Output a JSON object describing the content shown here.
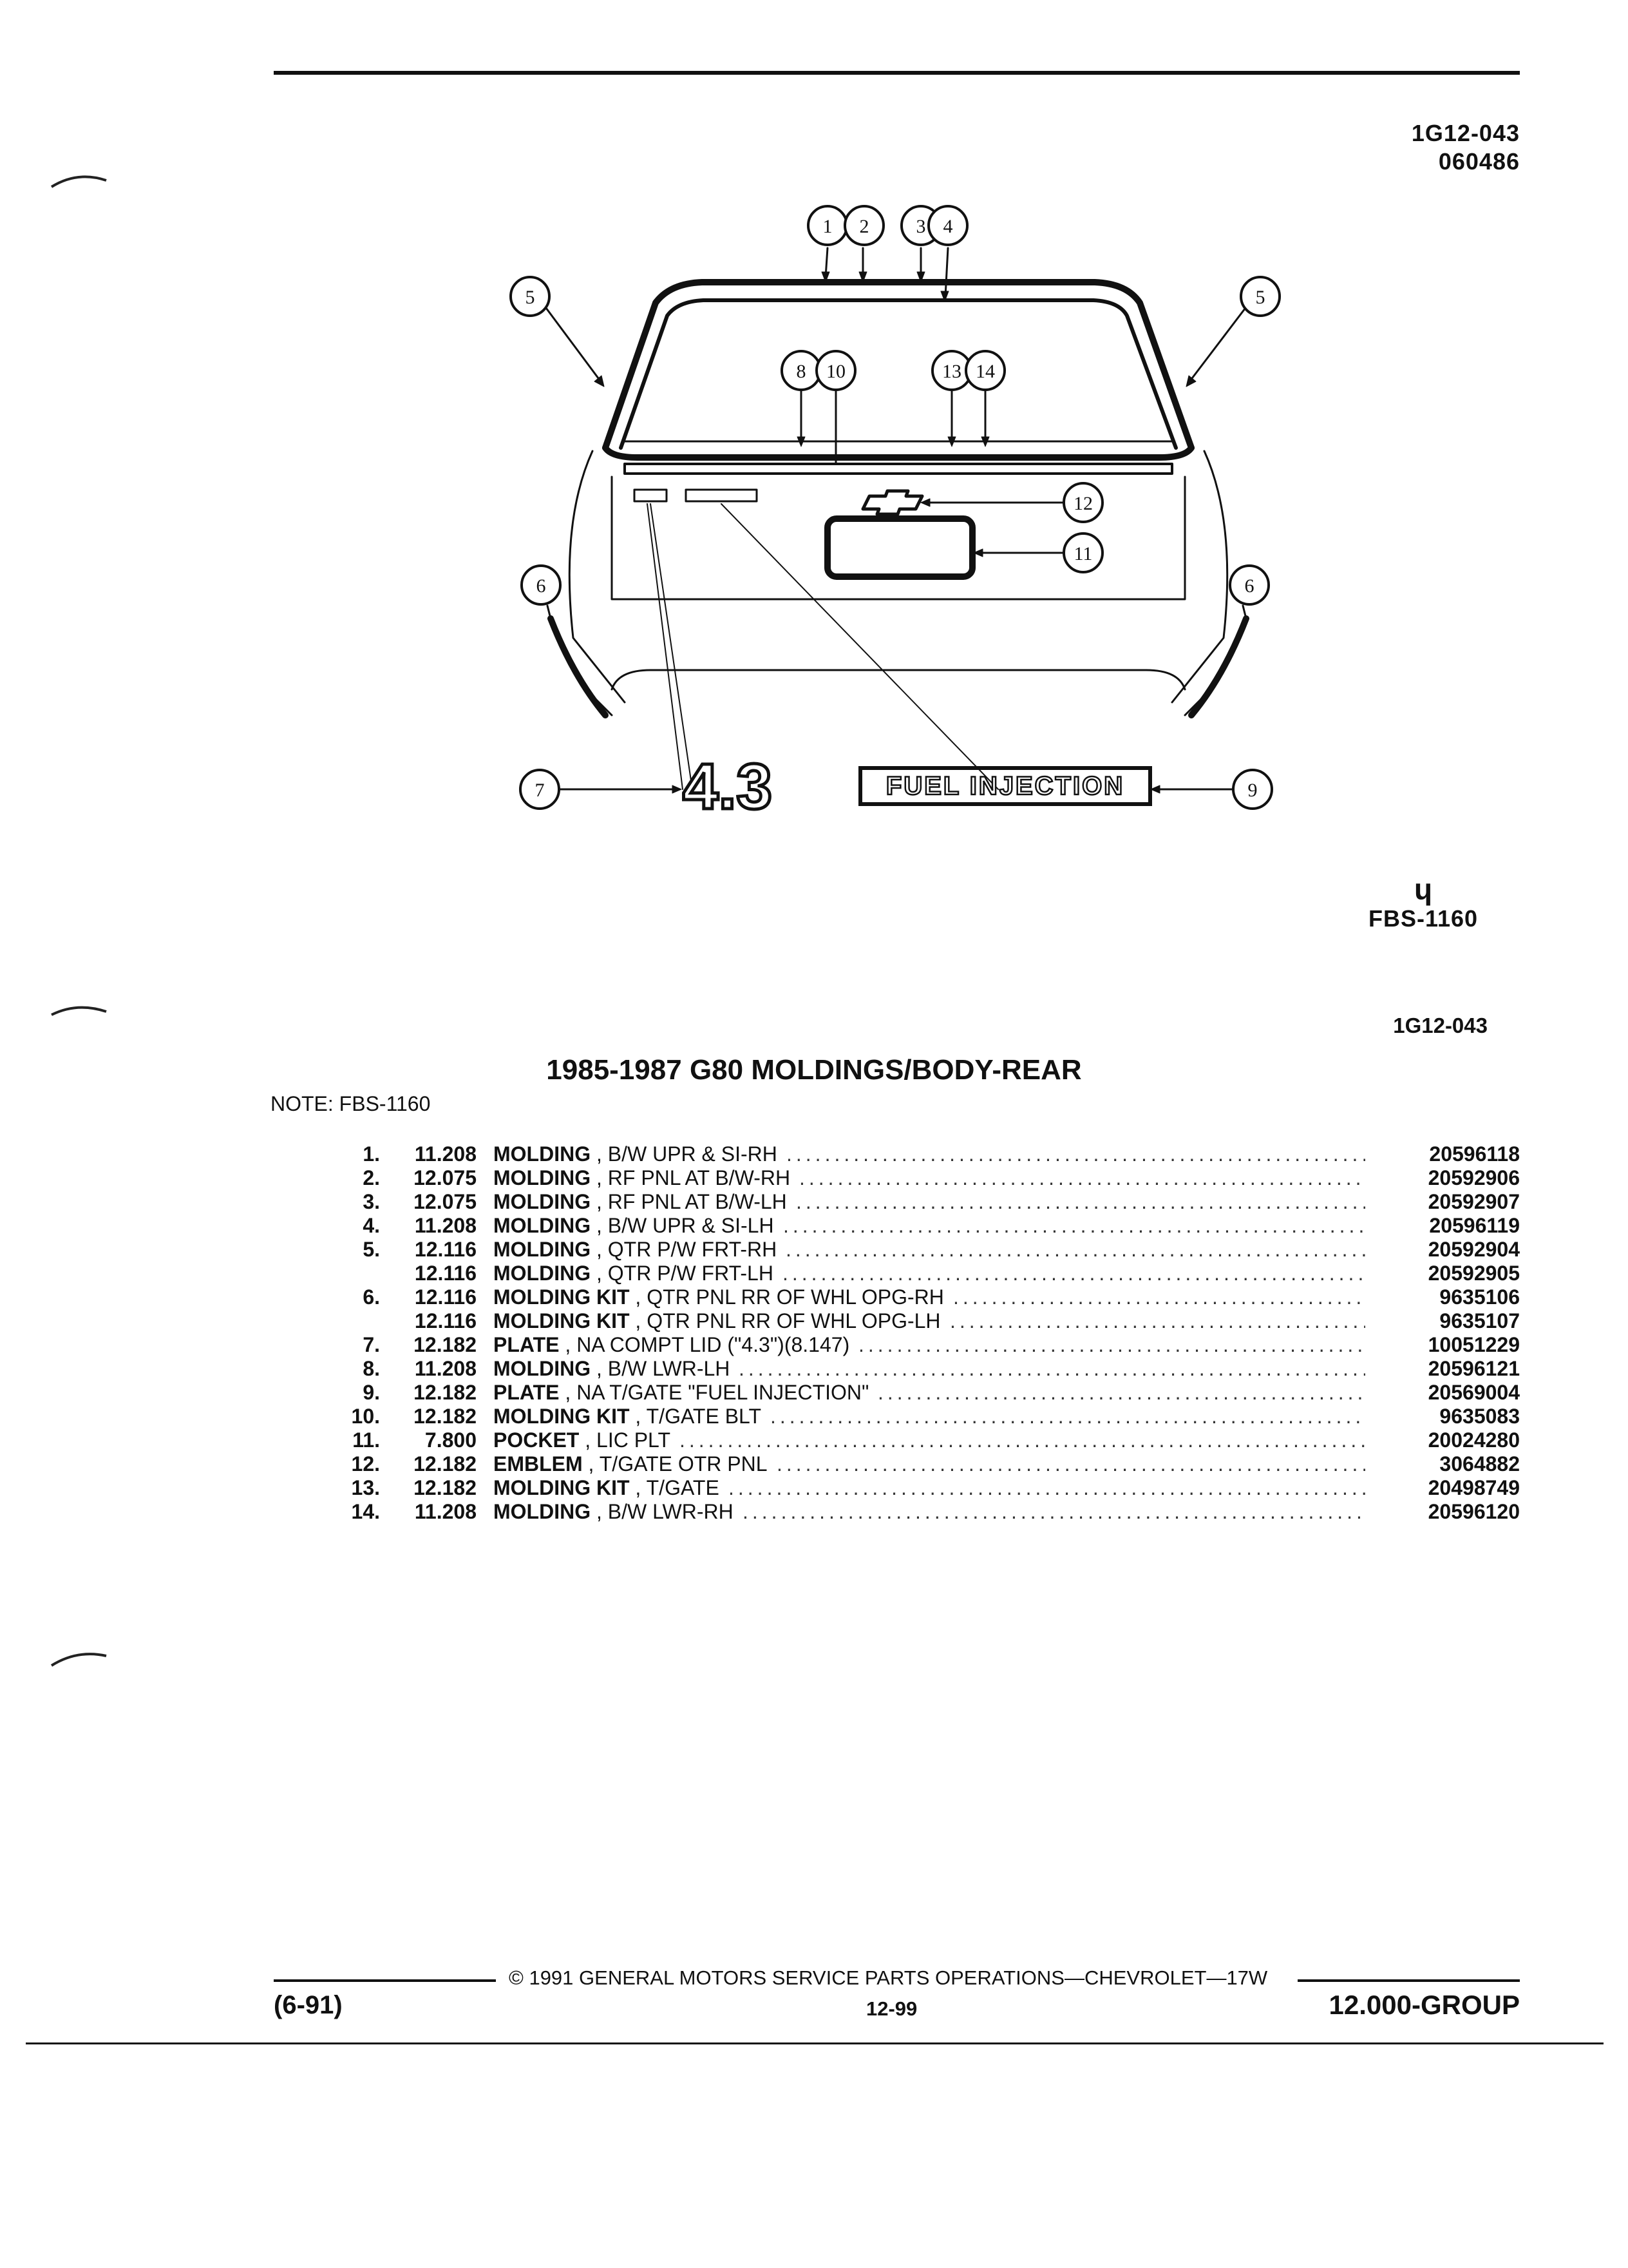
{
  "header": {
    "id_line1": "1G12-043",
    "id_line2": "060486"
  },
  "diagram": {
    "callouts": [
      "1",
      "2",
      "3",
      "4",
      "5",
      "5",
      "6",
      "6",
      "7",
      "8",
      "9",
      "10",
      "11",
      "12",
      "13",
      "14"
    ],
    "emblem_43": "4.3",
    "emblem_fuel": "FUEL INJECTION"
  },
  "fbs": {
    "icon": "fbs-symbol",
    "symbol": "ɥ",
    "code": "FBS-1160"
  },
  "sub_code": "1G12-043",
  "title": "1985-1987 G80 MOLDINGS/BODY-REAR",
  "note": "NOTE:  FBS-1160",
  "parts": [
    {
      "num": "1.",
      "code": "11.208",
      "name": "MOLDING",
      "desc": ", B/W UPR & SI-RH",
      "part": "20596118"
    },
    {
      "num": "2.",
      "code": "12.075",
      "name": "MOLDING",
      "desc": ", RF PNL AT B/W-RH",
      "part": "20592906"
    },
    {
      "num": "3.",
      "code": "12.075",
      "name": "MOLDING",
      "desc": ", RF PNL AT B/W-LH",
      "part": "20592907"
    },
    {
      "num": "4.",
      "code": "11.208",
      "name": "MOLDING",
      "desc": ", B/W UPR & SI-LH",
      "part": "20596119"
    },
    {
      "num": "5.",
      "code": "12.116",
      "name": "MOLDING",
      "desc": ", QTR P/W FRT-RH",
      "part": "20592904"
    },
    {
      "num": "",
      "code": "12.116",
      "name": "MOLDING",
      "desc": ", QTR P/W FRT-LH",
      "part": "20592905"
    },
    {
      "num": "6.",
      "code": "12.116",
      "name": "MOLDING KIT",
      "desc": ", QTR PNL RR OF WHL OPG-RH",
      "part": "9635106"
    },
    {
      "num": "",
      "code": "12.116",
      "name": "MOLDING KIT",
      "desc": ", QTR PNL RR OF WHL OPG-LH",
      "part": "9635107"
    },
    {
      "num": "7.",
      "code": "12.182",
      "name": "PLATE",
      "desc": ", NA COMPT LID (\"4.3\")(8.147)",
      "part": "10051229"
    },
    {
      "num": "8.",
      "code": "11.208",
      "name": "MOLDING",
      "desc": ", B/W LWR-LH",
      "part": "20596121"
    },
    {
      "num": "9.",
      "code": "12.182",
      "name": "PLATE",
      "desc": ", NA T/GATE \"FUEL INJECTION\"",
      "part": "20569004"
    },
    {
      "num": "10.",
      "code": "12.182",
      "name": "MOLDING KIT",
      "desc": ", T/GATE BLT",
      "part": "9635083"
    },
    {
      "num": "11.",
      "code": "7.800",
      "name": "POCKET",
      "desc": ", LIC PLT",
      "part": "20024280"
    },
    {
      "num": "12.",
      "code": "12.182",
      "name": "EMBLEM",
      "desc": ", T/GATE OTR PNL",
      "part": "3064882"
    },
    {
      "num": "13.",
      "code": "12.182",
      "name": "MOLDING KIT",
      "desc": ", T/GATE",
      "part": "20498749"
    },
    {
      "num": "14.",
      "code": "11.208",
      "name": "MOLDING",
      "desc": ", B/W LWR-RH",
      "part": "20596120"
    }
  ],
  "footer": {
    "copyright": "©  1991  GENERAL MOTORS SERVICE PARTS OPERATIONS—CHEVROLET—17W",
    "left": "(6-91)",
    "page": "12-99",
    "right": "12.000-GROUP"
  }
}
